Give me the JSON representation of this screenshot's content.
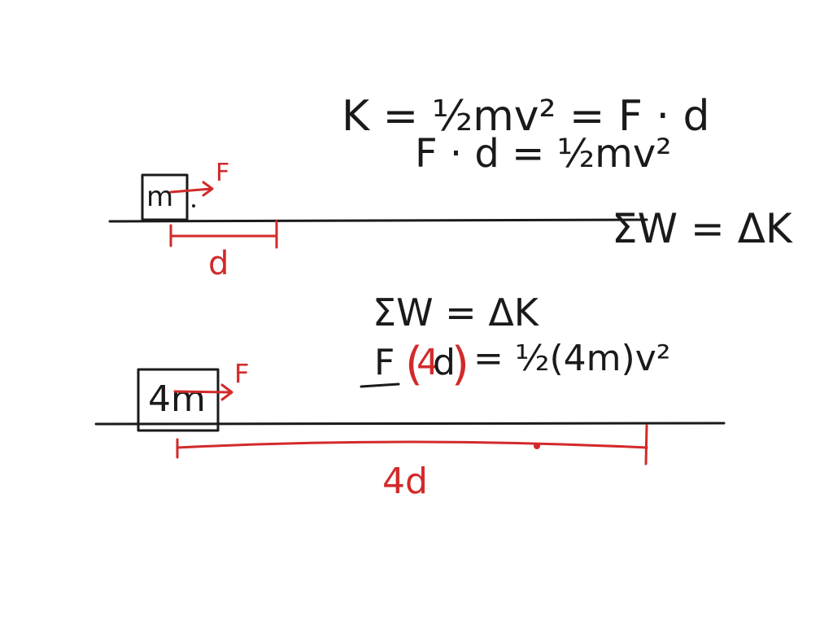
{
  "equations": {
    "energy_line1": "K = ½mv² = F · d",
    "energy_line2": "F · d = ½mv²",
    "work_energy_right": "ΣW = ΔK",
    "work_energy_mid": "ΣW = ΔK",
    "scaled_left_F": "F",
    "scaled_open_paren": "(",
    "scaled_4": "4",
    "scaled_d": "d",
    "scaled_close_paren": ")",
    "scaled_rhs": "= ½(4m)v²"
  },
  "scenario_top": {
    "mass_label": "m",
    "force_label": "F",
    "distance_label": "d"
  },
  "scenario_bottom": {
    "mass_label": "4m",
    "force_label": "F",
    "distance_label": "4d"
  },
  "colors": {
    "black_ink": "#1a1a1a",
    "red_ink": "#d22a2a",
    "background": "#ffffff"
  }
}
